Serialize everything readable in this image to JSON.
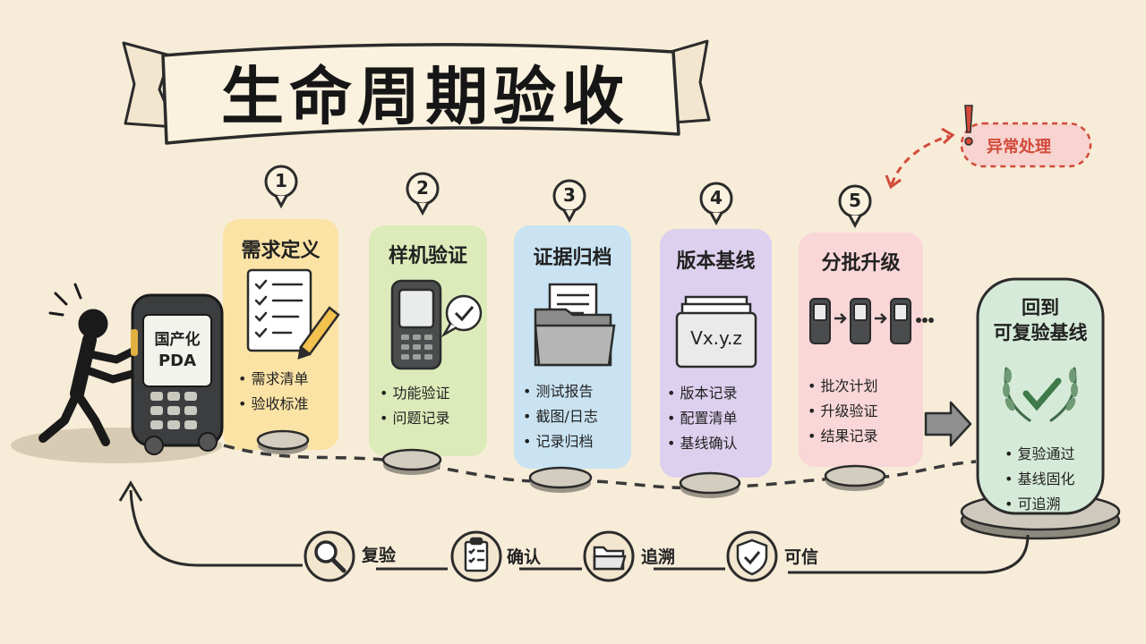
{
  "title": "生命周期验收",
  "pda": {
    "line1": "国产化",
    "line2": "PDA"
  },
  "steps": [
    {
      "num": "1",
      "title": "需求定义",
      "items": [
        "• 需求清单",
        "• 验收标准"
      ],
      "color": "#fbe3a6"
    },
    {
      "num": "2",
      "title": "样机验证",
      "items": [
        "• 功能验证",
        "• 问题记录"
      ],
      "color": "#dcebb9"
    },
    {
      "num": "3",
      "title": "证据归档",
      "items": [
        "• 测试报告",
        "• 截图/日志",
        "• 记录归档"
      ],
      "color": "#c9e3f2"
    },
    {
      "num": "4",
      "title": "版本基线",
      "items": [
        "• 版本记录",
        "• 配置清单",
        "• 基线确认"
      ],
      "color": "#ddd0ee"
    },
    {
      "num": "5",
      "title": "分批升级",
      "items": [
        "• 批次计划",
        "• 升级验证",
        "• 结果记录"
      ],
      "color": "#f9d6d8"
    }
  ],
  "version_text": "Vx.y.z",
  "exception": "异常处理",
  "final": {
    "title_line1": "回到",
    "title_line2": "可复验基线",
    "items": [
      "• 复验通过",
      "• 基线固化",
      "• 可追溯"
    ],
    "color": "#d5ead8"
  },
  "loop": [
    {
      "label": "复验",
      "icon": "magnifier-icon"
    },
    {
      "label": "确认",
      "icon": "checklist-icon"
    },
    {
      "label": "追溯",
      "icon": "folder-icon"
    },
    {
      "label": "可信",
      "icon": "shield-check-icon"
    }
  ]
}
